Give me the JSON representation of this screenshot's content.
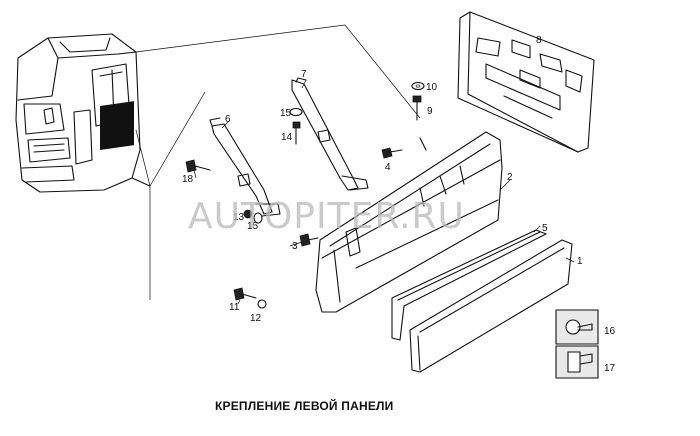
{
  "diagram": {
    "title": "КРЕПЛЕНИЕ ЛЕВОЙ ПАНЕЛИ",
    "watermark": "AUTOPITER.RU",
    "callouts": {
      "c1": "1",
      "c2": "2",
      "c3": "3",
      "c4": "4",
      "c5": "5",
      "c6": "6",
      "c7": "7",
      "c8": "8",
      "c9": "9",
      "c10": "10",
      "c11": "11",
      "c12": "12",
      "c13": "13",
      "c14": "14",
      "c15": "15",
      "c15b": "15",
      "c16": "16",
      "c17": "17",
      "c18": "18"
    }
  }
}
